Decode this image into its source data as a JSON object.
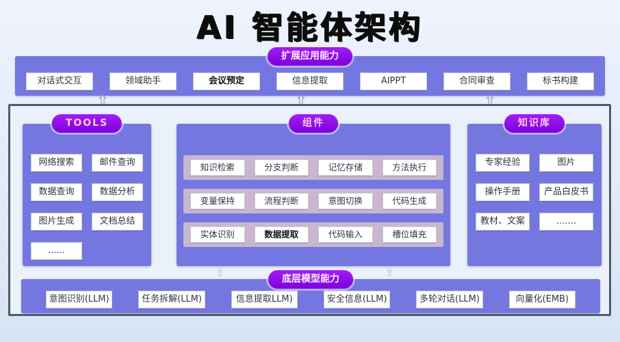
{
  "title": "AI 智能体架构",
  "colors": {
    "band_purple": "#7577e1",
    "pill_purple": "#8a0ae6",
    "strip_mauve": "#c9b6cf",
    "container_border": "#4e5b6b",
    "background": "#e2ebf8"
  },
  "icons": {
    "up_arrow": "⇧"
  },
  "top_band": {
    "label": "扩展应用能力",
    "items": [
      "对话式交互",
      "领域助手",
      "会议预定",
      "信息提取",
      "AIPPT",
      "合同审查",
      "标书构建"
    ]
  },
  "tools": {
    "label": "TOOLS",
    "items": [
      "网络搜索",
      "邮件查询",
      "数据查询",
      "数据分析",
      "图片生成",
      "文档总结",
      "......"
    ]
  },
  "components": {
    "label": "组件",
    "rows": [
      [
        "知识检索",
        "分支判断",
        "记忆存储",
        "方法执行"
      ],
      [
        "变量保持",
        "流程判断",
        "意图切换",
        "代码生成"
      ],
      [
        "实体识别",
        "数据提取",
        "代码输入",
        "槽位填充"
      ]
    ]
  },
  "knowledge": {
    "label": "知识库",
    "items": [
      "专家经验",
      "图片",
      "操作手册",
      "产品白皮书",
      "教材、文案",
      "......."
    ]
  },
  "bottom_band": {
    "label": "底层模型能力",
    "items": [
      "意图识别(LLM)",
      "任务拆解(LLM)",
      "信息提取LLM)",
      "安全信息(LLM)",
      "多轮对话(LLM)",
      "向量化(EMB)"
    ]
  }
}
